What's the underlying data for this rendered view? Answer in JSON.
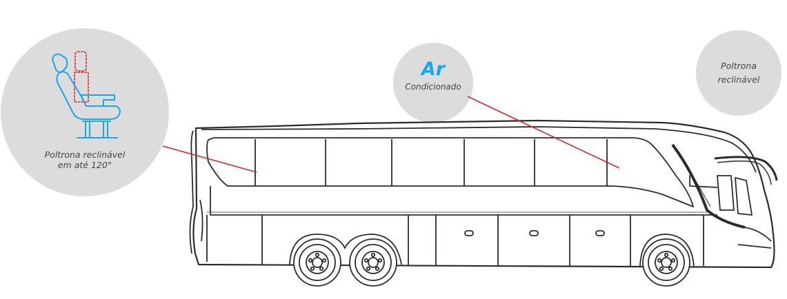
{
  "callouts": {
    "seat": {
      "label_line1": "Poltrona reclinável",
      "label_line2": "em até 120°",
      "icon": "reclining-seat-icon"
    },
    "ac": {
      "title": "Ar",
      "subtitle": "Condicionado"
    },
    "seat2": {
      "label_line1": "Poltrona",
      "label_line2": "reclinável"
    }
  },
  "colors": {
    "circle": "#dcdcdc",
    "leader_line": "#d9232d",
    "accent_blue": "#1aa6e8",
    "bus_stroke": "#2b2b2b",
    "label_text": "#444444"
  }
}
